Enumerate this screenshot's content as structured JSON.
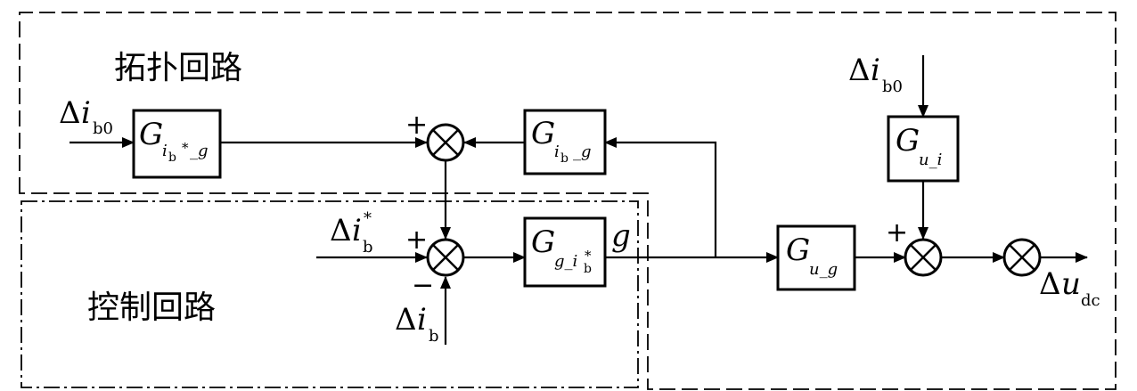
{
  "regions": {
    "topology": "拓扑回路",
    "control": "控制回路"
  },
  "blocks": {
    "g_ib_star_g": {
      "main": "G",
      "sub1": "i",
      "sub2": "b",
      "sup": "*",
      "sub3": "_g"
    },
    "g_ib_g": {
      "main": "G",
      "sub1": "i",
      "sub2": "b",
      "sub3": "_g"
    },
    "g_g_ib_star": {
      "main": "G",
      "sub1": "g_i",
      "sub2": "b",
      "sup": "*"
    },
    "g_u_g": {
      "main": "G",
      "sub1": "u_g"
    },
    "g_u_i": {
      "main": "G",
      "sub1": "u_i"
    }
  },
  "signals": {
    "delta_ib0_left": {
      "delta": "Δ",
      "var": "i",
      "sub": "b0"
    },
    "delta_ib0_top": {
      "delta": "Δ",
      "var": "i",
      "sub": "b0"
    },
    "delta_ib_star": {
      "delta": "Δ",
      "var": "i",
      "sub": "b",
      "sup": "*"
    },
    "delta_ib": {
      "delta": "Δ",
      "var": "i",
      "sub": "b"
    },
    "g_label": "g",
    "delta_udc": {
      "delta": "Δ",
      "var": "u",
      "sub": "dc"
    }
  },
  "signs": {
    "plus": "+",
    "minus": "−"
  }
}
